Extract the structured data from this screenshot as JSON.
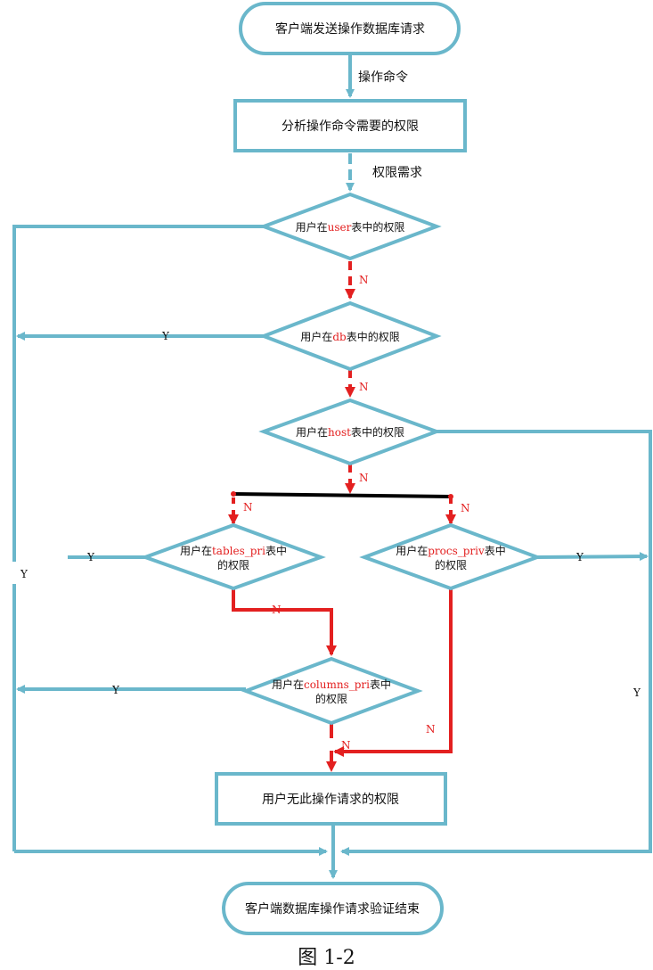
{
  "nodes": {
    "start": "客户端发送操作数据库请求",
    "analyze": "分析操作命令需要的权限",
    "d_user": {
      "pre": "用户在",
      "key": "user",
      "post": "表中的权限"
    },
    "d_db": {
      "pre": "用户在",
      "key": "db",
      "post": "表中的权限"
    },
    "d_host": {
      "pre": "用户在",
      "key": "host",
      "post": "表中的权限"
    },
    "d_tables": {
      "pre": "用户在",
      "key": "tables_pri",
      "post": "表中",
      "line2": "的权限"
    },
    "d_procs": {
      "pre": "用户在",
      "key": "procs_priv",
      "post": "表中",
      "line2": "的权限"
    },
    "d_columns": {
      "pre": "用户在",
      "key": "columns_pri",
      "post": "表中",
      "line2": "的权限"
    },
    "deny": "用户无此操作请求的权限",
    "end": "客户端数据库操作请求验证结束"
  },
  "edge_labels": {
    "op_cmd": "操作命令",
    "perm_req": "权限需求",
    "yes": "Y",
    "no": "N"
  },
  "colors": {
    "flow": "#6ab7cb",
    "no_path": "#e32020",
    "bar": "#000000"
  },
  "caption": "图 1-2"
}
